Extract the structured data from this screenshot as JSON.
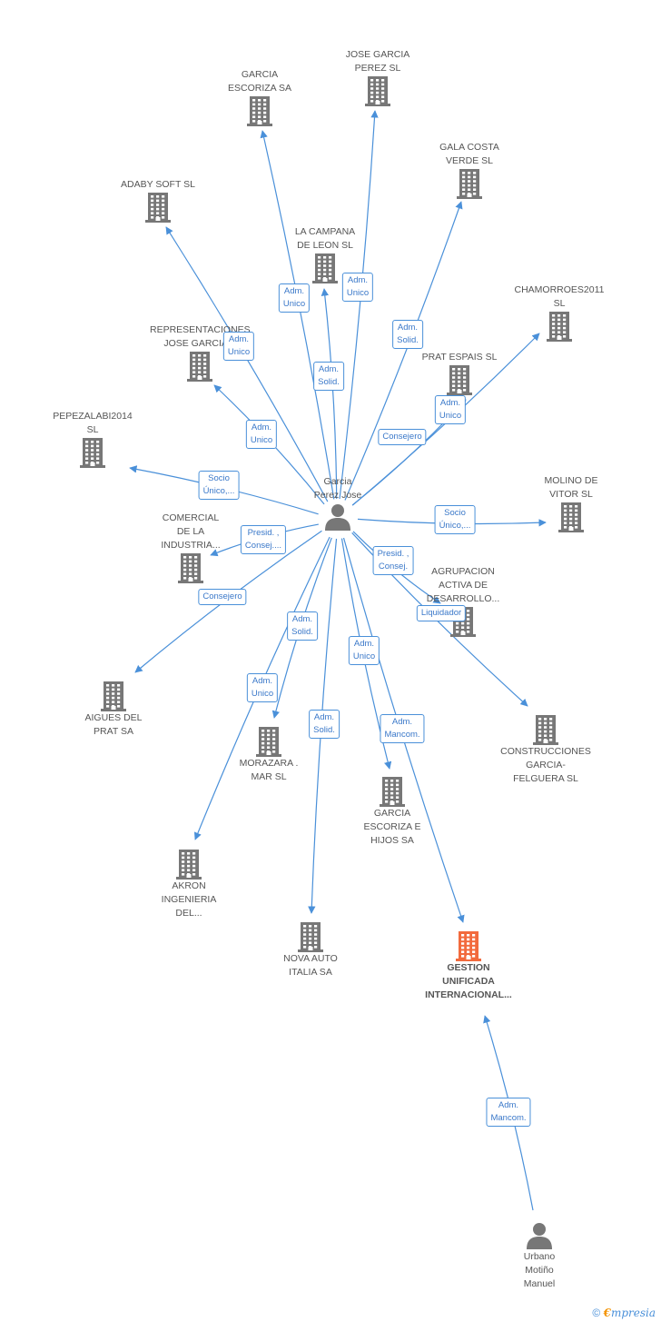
{
  "colors": {
    "edge": "#4a90d9",
    "company": "#777777",
    "highlight": "#f26a3d",
    "person": "#777777"
  },
  "nodes": [
    {
      "id": "garcia_escoriza_sa",
      "type": "company",
      "label": "GARCIA\nESCORIZA SA",
      "icon": "building-icon"
    },
    {
      "id": "jose_garcia_perez",
      "type": "company",
      "label": "JOSE GARCIA\nPEREZ SL",
      "icon": "building-icon"
    },
    {
      "id": "gala_costa",
      "type": "company",
      "label": "GALA COSTA\nVERDE SL",
      "icon": "building-icon"
    },
    {
      "id": "adaby",
      "type": "company",
      "label": "ADABY SOFT SL",
      "icon": "building-icon"
    },
    {
      "id": "la_campana",
      "type": "company",
      "label": "LA CAMPANA\nDE LEON SL",
      "icon": "building-icon"
    },
    {
      "id": "chamorroes",
      "type": "company",
      "label": "CHAMORROES2011 SL",
      "icon": "building-icon"
    },
    {
      "id": "representaciones",
      "type": "company",
      "label": "REPRESENTACIONES\nJOSE GARCIA...",
      "icon": "building-icon"
    },
    {
      "id": "prat_espais",
      "type": "company",
      "label": "PRAT ESPAIS SL",
      "icon": "building-icon"
    },
    {
      "id": "pepezalabi",
      "type": "company",
      "label": "PEPEZALABI2014\nSL",
      "icon": "building-icon"
    },
    {
      "id": "center_person",
      "type": "person",
      "label": "Garcia\nPerez Jose",
      "icon": "person-icon"
    },
    {
      "id": "molino",
      "type": "company",
      "label": "MOLINO DE\nVITOR SL",
      "icon": "building-icon"
    },
    {
      "id": "comercial",
      "type": "company",
      "label": "COMERCIAL\nDE LA\nINDUSTRIA...",
      "icon": "building-icon"
    },
    {
      "id": "agrupacion",
      "type": "company",
      "label": "AGRUPACION\nACTIVA DE\nDESARROLLO...",
      "icon": "building-icon"
    },
    {
      "id": "aigues",
      "type": "company",
      "label": "AIGUES DEL\nPRAT SA",
      "icon": "building-icon"
    },
    {
      "id": "construcciones",
      "type": "company",
      "label": "CONSTRUCCIONES\nGARCIA-\nFELGUERA SL",
      "icon": "building-icon"
    },
    {
      "id": "morazara",
      "type": "company",
      "label": "MORAZARA .\nMAR SL",
      "icon": "building-icon"
    },
    {
      "id": "garcia_escoriza_hijos",
      "type": "company",
      "label": "GARCIA\nESCORIZA E\nHIJOS SA",
      "icon": "building-icon"
    },
    {
      "id": "akron",
      "type": "company",
      "label": "AKRON\nINGENIERIA\nDEL...",
      "icon": "building-icon"
    },
    {
      "id": "nova_auto",
      "type": "company",
      "label": "NOVA AUTO\nITALIA SA",
      "icon": "building-icon"
    },
    {
      "id": "gestion",
      "type": "company",
      "label": "GESTION\nUNIFICADA\nINTERNACIONAL...",
      "icon": "building-icon",
      "highlight": true
    },
    {
      "id": "urbano",
      "type": "person",
      "label": "Urbano\nMotiño\nManuel",
      "icon": "person-icon"
    }
  ],
  "edges": [
    {
      "from": "center_person",
      "to": "garcia_escoriza_sa",
      "label": "Adm.\nUnico"
    },
    {
      "from": "center_person",
      "to": "jose_garcia_perez",
      "label": "Adm.\nUnico"
    },
    {
      "from": "center_person",
      "to": "gala_costa",
      "label": "Adm.\nSolid."
    },
    {
      "from": "center_person",
      "to": "adaby",
      "label": "Adm.\nUnico"
    },
    {
      "from": "center_person",
      "to": "la_campana",
      "label": "Adm.\nSolid."
    },
    {
      "from": "center_person",
      "to": "chamorroes",
      "label": "Consejero"
    },
    {
      "from": "center_person",
      "to": "representaciones",
      "label": "Adm.\nUnico"
    },
    {
      "from": "center_person",
      "to": "prat_espais",
      "label": "Adm.\nUnico"
    },
    {
      "from": "center_person",
      "to": "pepezalabi",
      "label": "Socio\nÚnico,..."
    },
    {
      "from": "center_person",
      "to": "molino",
      "label": "Socio\nÚnico,..."
    },
    {
      "from": "center_person",
      "to": "comercial",
      "label": "Presid. ,\nConsej...."
    },
    {
      "from": "center_person",
      "to": "agrupacion",
      "label": "Liquidador"
    },
    {
      "from": "center_person",
      "to": "aigues",
      "label": "Consejero"
    },
    {
      "from": "center_person",
      "to": "construcciones",
      "label": "Presid. ,\nConsej."
    },
    {
      "from": "center_person",
      "to": "morazara",
      "label": "Adm.\nSolid."
    },
    {
      "from": "center_person",
      "to": "garcia_escoriza_hijos",
      "label": "Adm.\nUnico"
    },
    {
      "from": "center_person",
      "to": "akron",
      "label": "Adm.\nUnico"
    },
    {
      "from": "center_person",
      "to": "nova_auto",
      "label": "Adm.\nSolid."
    },
    {
      "from": "center_person",
      "to": "gestion",
      "label": "Adm.\nMancom."
    },
    {
      "from": "urbano",
      "to": "gestion",
      "label": "Adm.\nMancom."
    }
  ],
  "footer": {
    "copyright": "©",
    "brand_e": "€",
    "brand_rest": "mpresia"
  }
}
